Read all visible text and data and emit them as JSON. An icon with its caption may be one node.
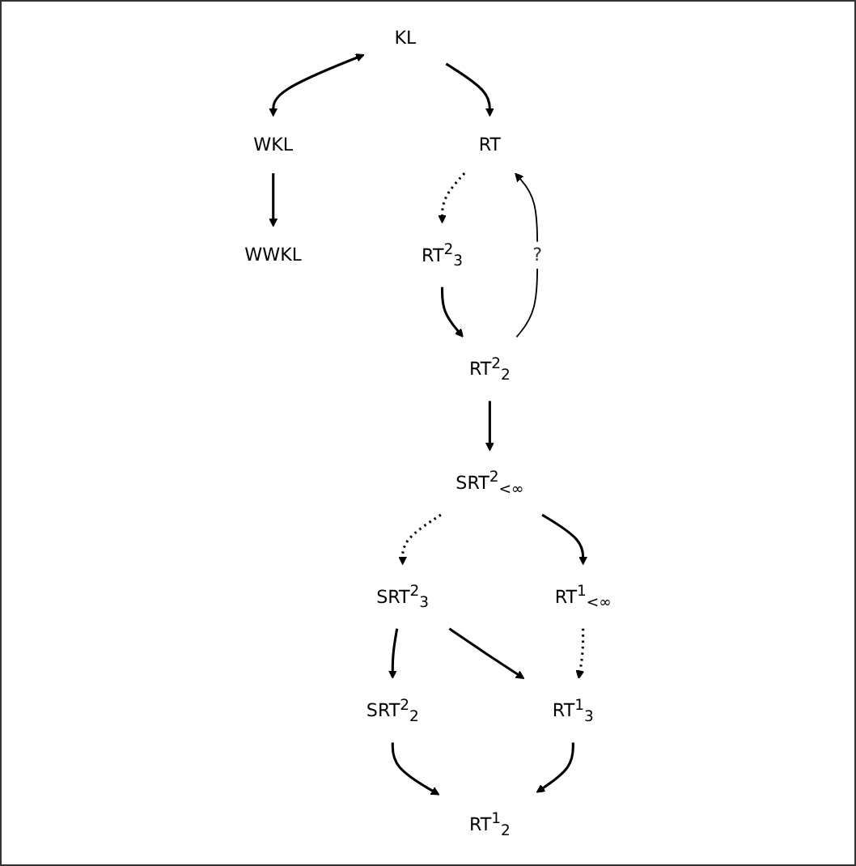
{
  "diagram": {
    "nodes": [
      {
        "text": [
          "KL"
        ]
      },
      {
        "text": [
          "WKL"
        ]
      },
      {
        "text": [
          "RT"
        ]
      },
      {
        "text": [
          "WWKL"
        ]
      },
      {
        "text": [
          "RT$^{2}$$_{3}$"
        ]
      },
      {
        "text": [
          "RT$^{2}$$_{2}$"
        ]
      },
      {
        "text": [
          "SRT$^{2}$$_{<∞}$"
        ]
      },
      {
        "text": [
          "SRT$^{2}$$_{3}$"
        ]
      },
      {
        "text": [
          "SRT$^{2}$$_{2}$"
        ]
      },
      {
        "text": [
          "RT$^{1}$$_{<∞}$"
        ]
      },
      {
        "text": [
          "RT$^{1}$$_{3}$"
        ]
      },
      {
        "text": [
          "RT$^{1}$$_{2}$"
        ]
      }
    ],
    "edges": [
      {
        "from": 0,
        "to": 1,
        "arrow": "both"
      },
      {
        "from": 0,
        "to": 2,
        "arrow": "to"
      },
      {
        "from": 1,
        "to": 3,
        "arrow": "to"
      },
      {
        "from": 2,
        "to": 4,
        "arrow": "to",
        "style": "dashed"
      },
      {
        "from": 5,
        "to": 2,
        "arrow": "to",
        "label": "?"
      },
      {
        "from": 4,
        "to": 5,
        "arrow": "to"
      },
      {
        "from": 5,
        "to": 6,
        "arrow": "to"
      },
      {
        "from": 6,
        "to": 7,
        "arrow": "to",
        "style": "dashed"
      },
      {
        "from": 7,
        "to": 8,
        "arrow": "to"
      },
      {
        "from": 6,
        "to": 9,
        "arrow": "to"
      },
      {
        "from": 7,
        "to": 10,
        "arrow": "to"
      },
      {
        "from": 8,
        "to": 11,
        "arrow": "to"
      },
      {
        "from": 9,
        "to": 10,
        "arrow": "to",
        "style": "dashed"
      },
      {
        "from": 10,
        "to": 11,
        "arrow": "to"
      }
    ]
  }
}
